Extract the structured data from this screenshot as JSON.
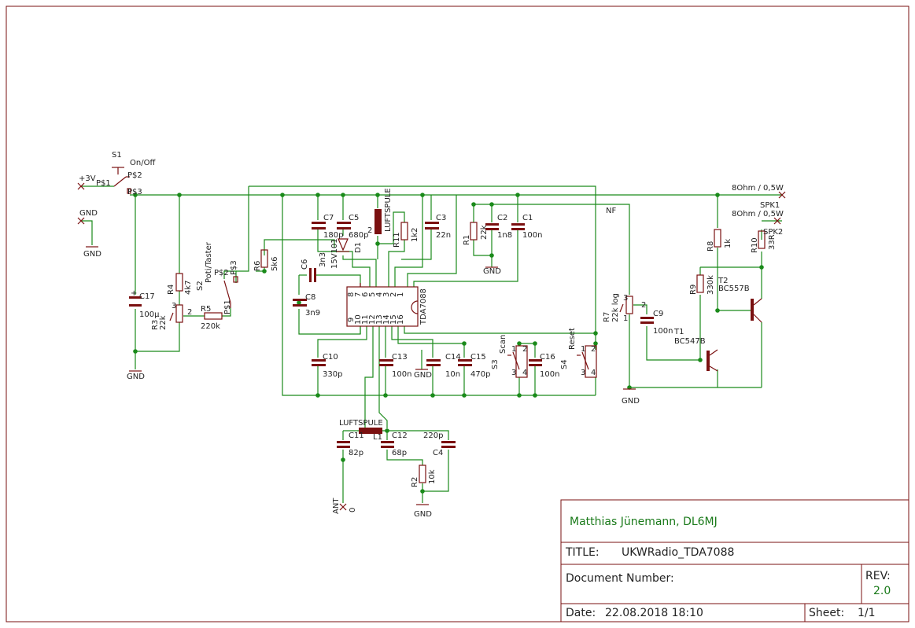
{
  "title_block": {
    "author": "Matthias Jünemann, DL6MJ",
    "title_label": "TITLE:",
    "title_value": "UKWRadio_TDA7088",
    "docnum_label": "Document Number:",
    "rev_label": "REV:",
    "rev_value": "2.0",
    "date_label": "Date:",
    "date_value": "22.08.2018 18:10",
    "sheet_label": "Sheet:",
    "sheet_value": "1/1"
  },
  "labels": {
    "S1": "S1",
    "onoff": "On/Off",
    "v3": "+3V",
    "ps1": "P$1",
    "ps2": "P$2",
    "ps3": "P$3",
    "gnd": "GND",
    "C17": "C17",
    "C17v": "100µ",
    "R4": "R4",
    "R4v": "4k7",
    "R3": "R3",
    "R3v": "22k",
    "R5": "R5",
    "R5v": "220k",
    "S2": "S2",
    "poti": "Poti/Taster",
    "R6": "R6",
    "R6v": "5k6",
    "C6": "C6",
    "C6v": "3n3",
    "C7": "C7",
    "C7v": "180p",
    "C5": "C5",
    "C5v": "680p",
    "D1": "D1",
    "D1v": "15V101",
    "L2": "LUFTSPULE",
    "R11": "R11",
    "R11v": "1k2",
    "C3": "C3",
    "C3v": "22n",
    "R1": "R1",
    "R1v": "22k",
    "C2": "C2",
    "C2v": "1n8",
    "C1": "C1",
    "C1v": "100n",
    "C8": "C8",
    "C8v": "3n9",
    "IC": "TDA7088",
    "C10": "C10",
    "C10v": "330p",
    "C13": "C13",
    "C13v": "100n",
    "C14": "C14",
    "C14v": "10n",
    "C15": "C15",
    "C15v": "470p",
    "S3": "S3",
    "scan": "Scan",
    "C16": "C16",
    "C16v": "100n",
    "S4": "S4",
    "reset": "Reset",
    "NF": "NF",
    "R7": "R7",
    "R7v": "22k log",
    "C9": "C9",
    "C9v": "100n",
    "R8": "R8",
    "R8v": "1k",
    "R9": "R9",
    "R9v": "330k",
    "T2": "T2",
    "T2v": "BC557B",
    "T1": "T1",
    "T1v": "BC547B",
    "R10": "R10",
    "R10v": "33R",
    "SPK1": "SPK1",
    "SPK2": "SPK2",
    "spk1v": "8Ohm / 0,5W",
    "spk2v": "8Ohm / 0,5W",
    "L1": "L1",
    "L1v": "LUFTSPULE",
    "C11": "C11",
    "C11v": "82p",
    "C12": "C12",
    "C12v": "68p",
    "C4": "C4",
    "C4v": "220p",
    "R2": "R2",
    "R2v": "10k",
    "ANT": "ANT",
    "ant0": "0",
    "pin1": "1",
    "pin2": "2",
    "pin3": "3",
    "pin4": "4"
  },
  "ic_pins_top": [
    "8",
    "7",
    "6",
    "5",
    "4",
    "3",
    "2",
    "1"
  ],
  "ic_pins_bottom": [
    "9",
    "10",
    "11",
    "12",
    "13",
    "14",
    "15",
    "16"
  ]
}
